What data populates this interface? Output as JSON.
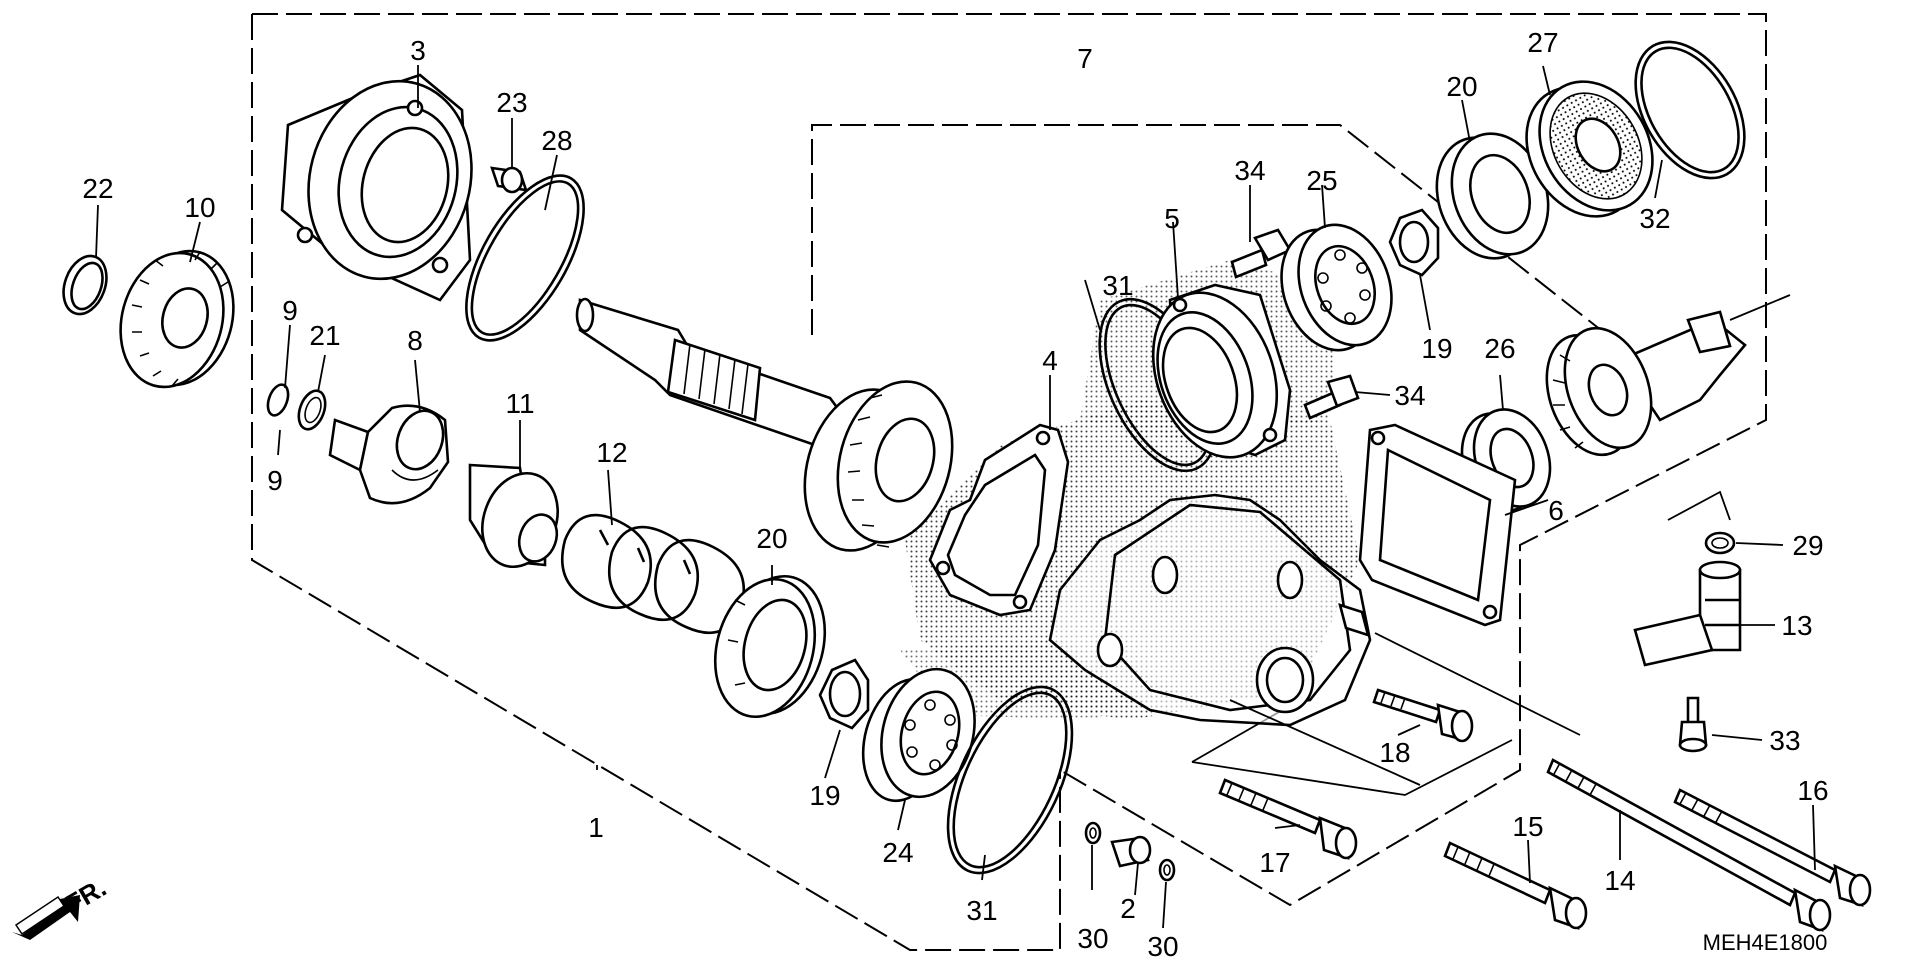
{
  "diagram": {
    "code": "MEH4E1800",
    "direction": "FR.",
    "labels": [
      "1",
      "2",
      "3",
      "4",
      "5",
      "6",
      "7",
      "8",
      "9",
      "9",
      "10",
      "11",
      "12",
      "13",
      "14",
      "15",
      "16",
      "17",
      "18",
      "19",
      "19",
      "20",
      "20",
      "21",
      "22",
      "23",
      "24",
      "25",
      "26",
      "27",
      "28",
      "29",
      "30",
      "30",
      "31",
      "31",
      "32",
      "33",
      "34",
      "34"
    ]
  }
}
